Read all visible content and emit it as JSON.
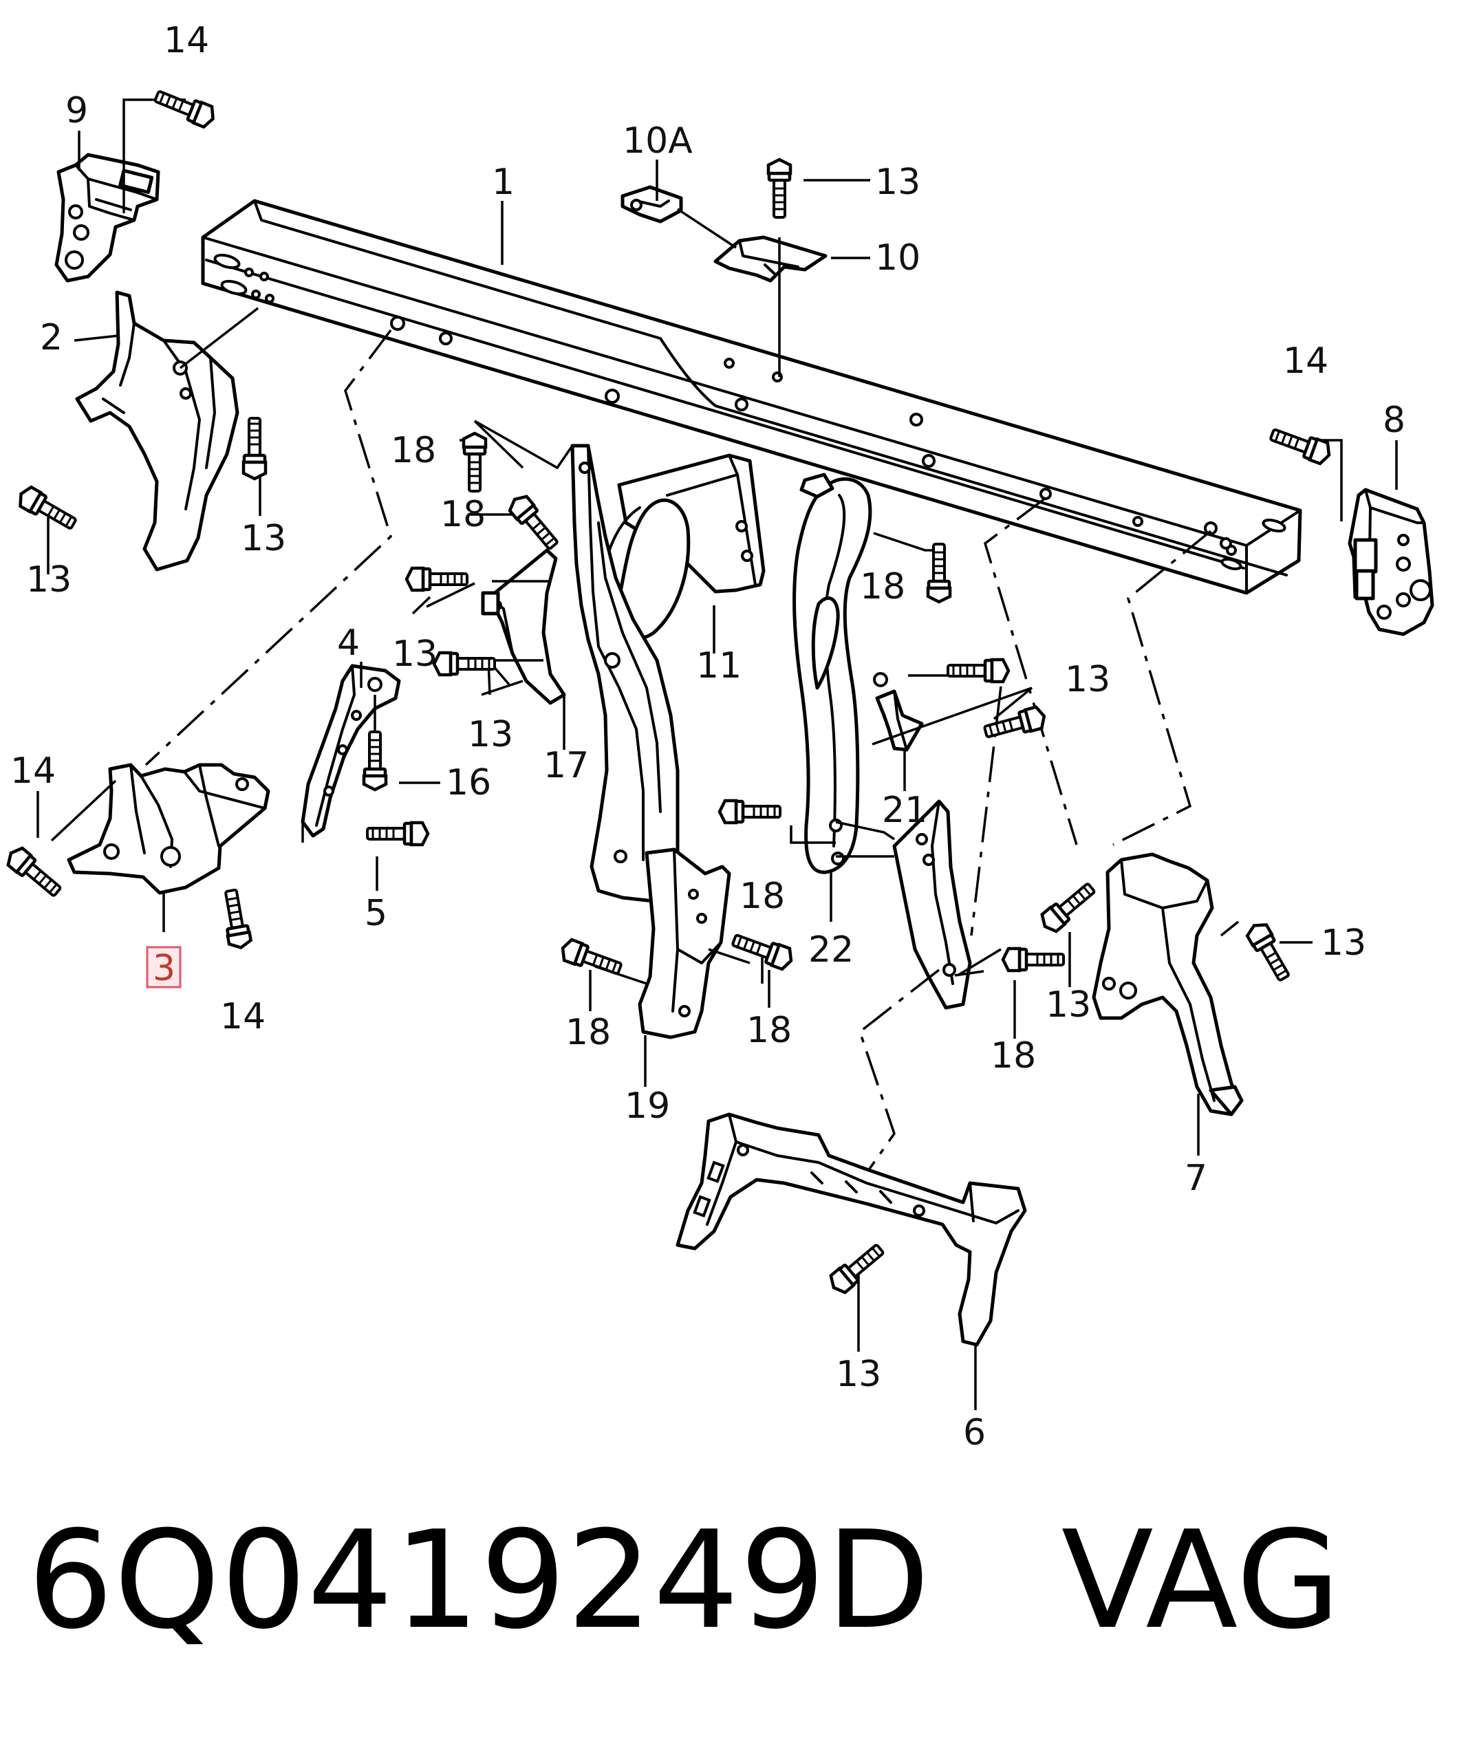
{
  "callouts": {
    "c1": "1",
    "c2": "2",
    "c3": "3",
    "c4": "4",
    "c5": "5",
    "c6": "6",
    "c7": "7",
    "c8": "8",
    "c9": "9",
    "c10": "10",
    "c10a": "10A",
    "c11": "11",
    "c13": "13",
    "c14": "14",
    "c16": "16",
    "c17": "17",
    "c18": "18",
    "c19": "19",
    "c21": "21",
    "c22": "22"
  },
  "highlighted_part": "3",
  "footer": {
    "part_number": "6Q0419249D",
    "brand": "VAG"
  },
  "colors": {
    "line": "#000000",
    "highlight_fill": "#fde9ec",
    "highlight_stroke": "#e05a6a"
  }
}
